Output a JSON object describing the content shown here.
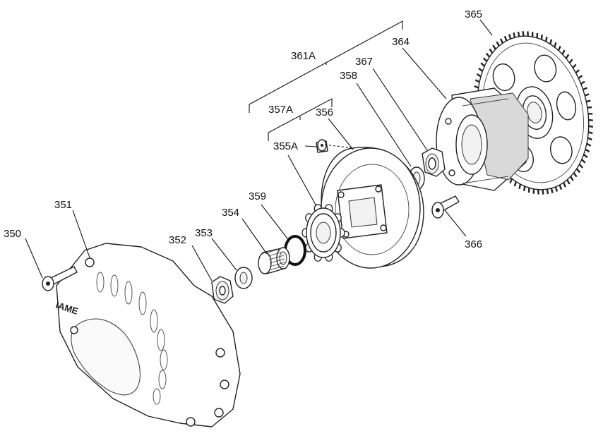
{
  "labels": {
    "p350": "350",
    "p351": "351",
    "p352": "352",
    "p353": "353",
    "p354": "354",
    "p355A": "355A",
    "p356": "356",
    "p357A": "357A",
    "p358": "358",
    "p359": "359",
    "p361A": "361A",
    "p364": "364",
    "p365": "365",
    "p366": "366",
    "p367": "367"
  },
  "cover_logo_text": "IAME"
}
